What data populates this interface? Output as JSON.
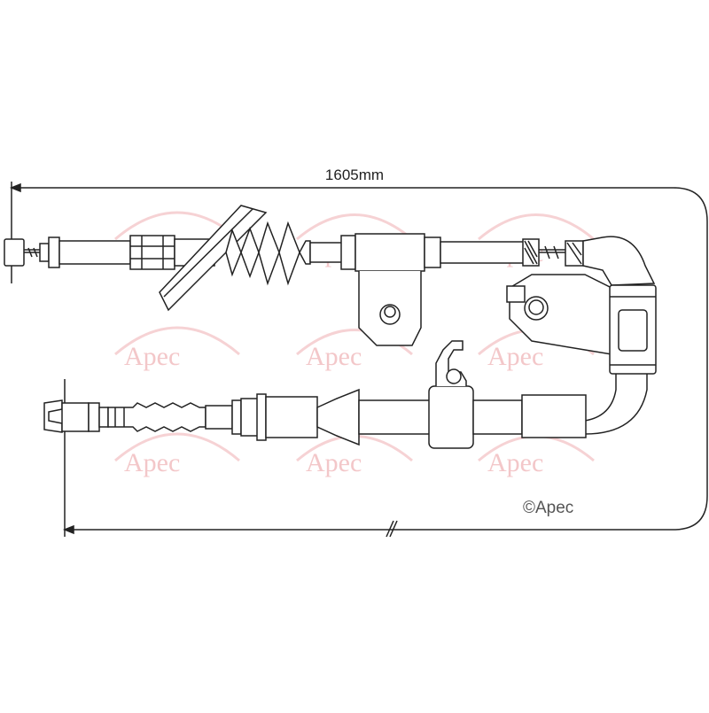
{
  "dimension": {
    "length_label": "1605mm"
  },
  "watermark": {
    "text": "Apec",
    "color": "#f3c7c9"
  },
  "copyright": {
    "text": "©Apec"
  },
  "colors": {
    "line": "#222222"
  }
}
